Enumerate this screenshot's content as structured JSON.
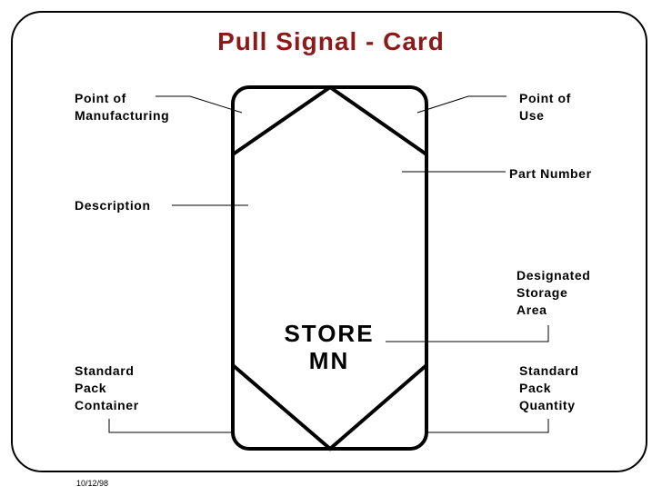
{
  "title": "Pull Signal - Card",
  "labels": {
    "point_of_manufacturing": [
      "Point of",
      "Manufacturing"
    ],
    "point_of_use": [
      "Point of",
      "Use"
    ],
    "part_number": "Part Number",
    "description": "Description",
    "designated_storage_area": [
      "Designated",
      "Storage",
      "Area"
    ],
    "standard_pack_container": [
      "Standard",
      "Pack",
      "Container"
    ],
    "standard_pack_quantity": [
      "Standard",
      "Pack",
      "Quantity"
    ]
  },
  "card": {
    "store_line1": "STORE",
    "store_line2": "MN"
  },
  "footer": {
    "date": "10/12/98"
  },
  "colors": {
    "title": "#8b1a1a",
    "lines": "#000000"
  }
}
